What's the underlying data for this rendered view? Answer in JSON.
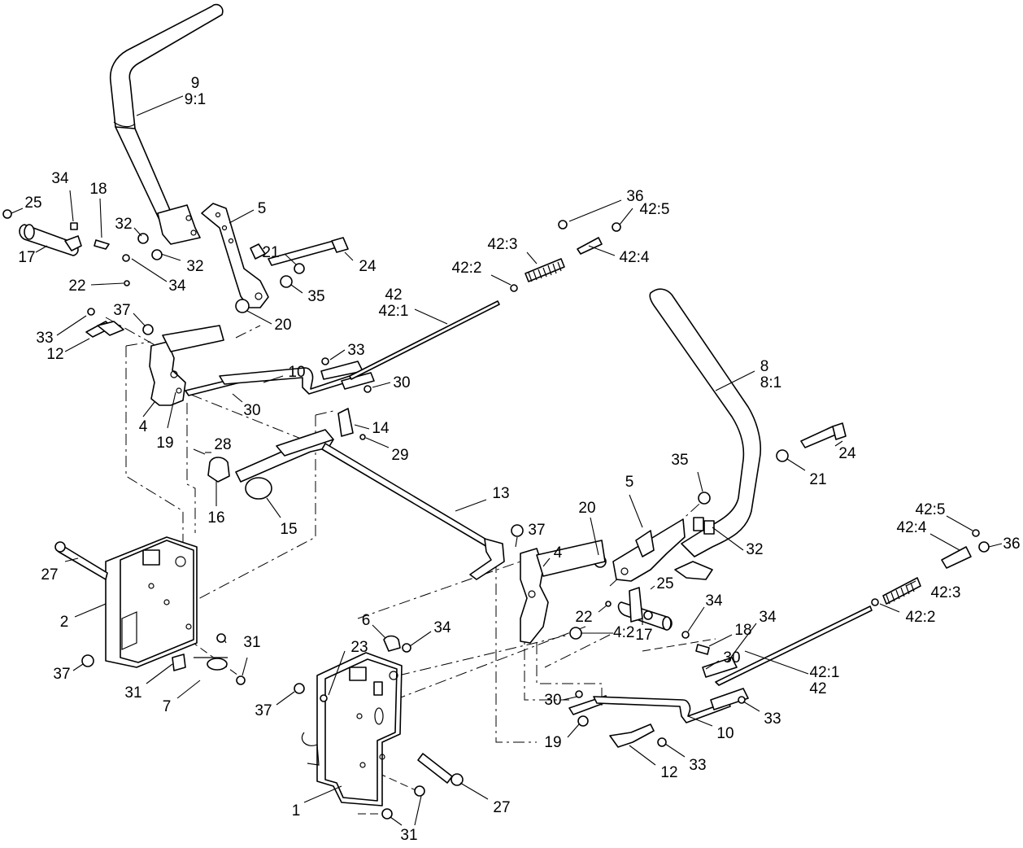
{
  "callouts": [
    {
      "id": "c9",
      "lines": [
        "9",
        "9:1"
      ]
    },
    {
      "id": "c34a",
      "lines": [
        "34"
      ]
    },
    {
      "id": "c18a",
      "lines": [
        "18"
      ]
    },
    {
      "id": "c25a",
      "lines": [
        "25"
      ]
    },
    {
      "id": "c5a",
      "lines": [
        "5"
      ]
    },
    {
      "id": "c32a",
      "lines": [
        "32"
      ]
    },
    {
      "id": "c32b",
      "lines": [
        "32"
      ]
    },
    {
      "id": "c17a",
      "lines": [
        "17"
      ]
    },
    {
      "id": "c34b",
      "lines": [
        "34"
      ]
    },
    {
      "id": "c22a",
      "lines": [
        "22"
      ]
    },
    {
      "id": "c21a",
      "lines": [
        "21"
      ]
    },
    {
      "id": "c35a",
      "lines": [
        "35"
      ]
    },
    {
      "id": "c24a",
      "lines": [
        "24"
      ]
    },
    {
      "id": "c20a",
      "lines": [
        "20"
      ]
    },
    {
      "id": "c36a",
      "lines": [
        "36"
      ]
    },
    {
      "id": "c425a",
      "lines": [
        "42:5"
      ]
    },
    {
      "id": "c423a",
      "lines": [
        "42:3"
      ]
    },
    {
      "id": "c424a",
      "lines": [
        "42:4"
      ]
    },
    {
      "id": "c422a",
      "lines": [
        "42:2"
      ]
    },
    {
      "id": "c42a",
      "lines": [
        "42",
        "42:1"
      ]
    },
    {
      "id": "c37a",
      "lines": [
        "37"
      ]
    },
    {
      "id": "c33a",
      "lines": [
        "33"
      ]
    },
    {
      "id": "c12a",
      "lines": [
        "12"
      ]
    },
    {
      "id": "c33b",
      "lines": [
        "33"
      ]
    },
    {
      "id": "c10a",
      "lines": [
        "10"
      ]
    },
    {
      "id": "c30a",
      "lines": [
        "30"
      ]
    },
    {
      "id": "c30b",
      "lines": [
        "30"
      ]
    },
    {
      "id": "c4a",
      "lines": [
        "4"
      ]
    },
    {
      "id": "c19a",
      "lines": [
        "19"
      ]
    },
    {
      "id": "c8",
      "lines": [
        "8",
        "8:1"
      ]
    },
    {
      "id": "c14",
      "lines": [
        "14"
      ]
    },
    {
      "id": "c29",
      "lines": [
        "29"
      ]
    },
    {
      "id": "c28",
      "lines": [
        "28"
      ]
    },
    {
      "id": "c16",
      "lines": [
        "16"
      ]
    },
    {
      "id": "c15",
      "lines": [
        "15"
      ]
    },
    {
      "id": "c13",
      "lines": [
        "13"
      ]
    },
    {
      "id": "c24b",
      "lines": [
        "24"
      ]
    },
    {
      "id": "c35b",
      "lines": [
        "35"
      ]
    },
    {
      "id": "c21b",
      "lines": [
        "21"
      ]
    },
    {
      "id": "c5b",
      "lines": [
        "5"
      ]
    },
    {
      "id": "c20b",
      "lines": [
        "20"
      ]
    },
    {
      "id": "c32c",
      "lines": [
        "32"
      ]
    },
    {
      "id": "c425b",
      "lines": [
        "42:5"
      ]
    },
    {
      "id": "c424b",
      "lines": [
        "42:4"
      ]
    },
    {
      "id": "c36b",
      "lines": [
        "36"
      ]
    },
    {
      "id": "c423b",
      "lines": [
        "42:3"
      ]
    },
    {
      "id": "c422b",
      "lines": [
        "42:2"
      ]
    },
    {
      "id": "c27a",
      "lines": [
        "27"
      ]
    },
    {
      "id": "c2",
      "lines": [
        "2"
      ]
    },
    {
      "id": "c37b",
      "lines": [
        "37"
      ]
    },
    {
      "id": "c4b",
      "lines": [
        "4"
      ]
    },
    {
      "id": "c25b",
      "lines": [
        "25"
      ]
    },
    {
      "id": "c22b",
      "lines": [
        "22"
      ]
    },
    {
      "id": "c34c",
      "lines": [
        "34"
      ]
    },
    {
      "id": "c18b",
      "lines": [
        "18"
      ]
    },
    {
      "id": "c34d",
      "lines": [
        "34"
      ]
    },
    {
      "id": "c17b",
      "lines": [
        "17"
      ]
    },
    {
      "id": "c42b",
      "lines": [
        "42:1",
        "42"
      ]
    },
    {
      "id": "c30c",
      "lines": [
        "30"
      ]
    },
    {
      "id": "c6",
      "lines": [
        "6"
      ]
    },
    {
      "id": "c34e",
      "lines": [
        "34"
      ]
    },
    {
      "id": "c42p",
      "lines": [
        "4:2"
      ]
    },
    {
      "id": "c23",
      "lines": [
        "23"
      ]
    },
    {
      "id": "c31a",
      "lines": [
        "31"
      ]
    },
    {
      "id": "c31b",
      "lines": [
        "31"
      ]
    },
    {
      "id": "c7",
      "lines": [
        "7"
      ]
    },
    {
      "id": "c37c",
      "lines": [
        "37"
      ]
    },
    {
      "id": "c37d",
      "lines": [
        "37"
      ]
    },
    {
      "id": "c30d",
      "lines": [
        "30"
      ]
    },
    {
      "id": "c33c",
      "lines": [
        "33"
      ]
    },
    {
      "id": "c10b",
      "lines": [
        "10"
      ]
    },
    {
      "id": "c19b",
      "lines": [
        "19"
      ]
    },
    {
      "id": "c33d",
      "lines": [
        "33"
      ]
    },
    {
      "id": "c12b",
      "lines": [
        "12"
      ]
    },
    {
      "id": "c1",
      "lines": [
        "1"
      ]
    },
    {
      "id": "c27b",
      "lines": [
        "27"
      ]
    },
    {
      "id": "c31c",
      "lines": [
        "31"
      ]
    }
  ]
}
